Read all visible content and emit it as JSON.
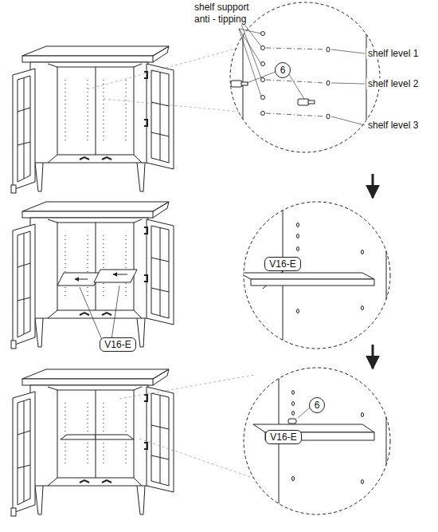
{
  "diagram": {
    "nodes": [
      {
        "text": [
          "6"
        ]
      },
      {
        "text": [
          "V16-E"
        ]
      },
      {
        "text": [
          "V16-E"
        ]
      },
      {
        "text": [
          "6"
        ]
      },
      {
        "text": [
          "V16-E"
        ]
      }
    ],
    "labels": [
      "shelf support",
      "anti - tipping",
      "shelf level 1",
      "shelf level 2",
      "shelf level 3"
    ]
  }
}
